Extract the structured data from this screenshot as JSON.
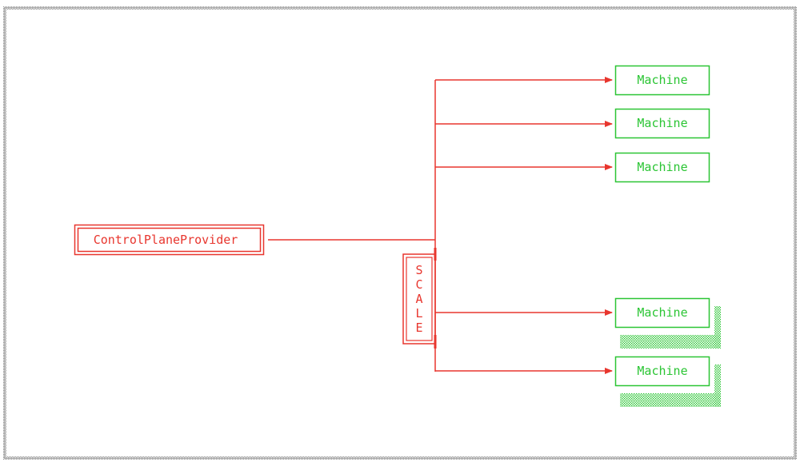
{
  "diagram": {
    "source_node": {
      "label": "ControlPlaneProvider"
    },
    "scale_bracket": {
      "letters": [
        "S",
        "C",
        "A",
        "L",
        "E"
      ]
    },
    "targets": [
      {
        "label": "Machine",
        "scaled": false
      },
      {
        "label": "Machine",
        "scaled": false
      },
      {
        "label": "Machine",
        "scaled": false
      },
      {
        "label": "Machine",
        "scaled": true
      },
      {
        "label": "Machine",
        "scaled": true
      }
    ]
  },
  "colors": {
    "frame": "#9a9a9a",
    "source": "#e8362e",
    "connector": "#e8362e",
    "target": "#2bc534",
    "shadow": "#2bc534"
  }
}
